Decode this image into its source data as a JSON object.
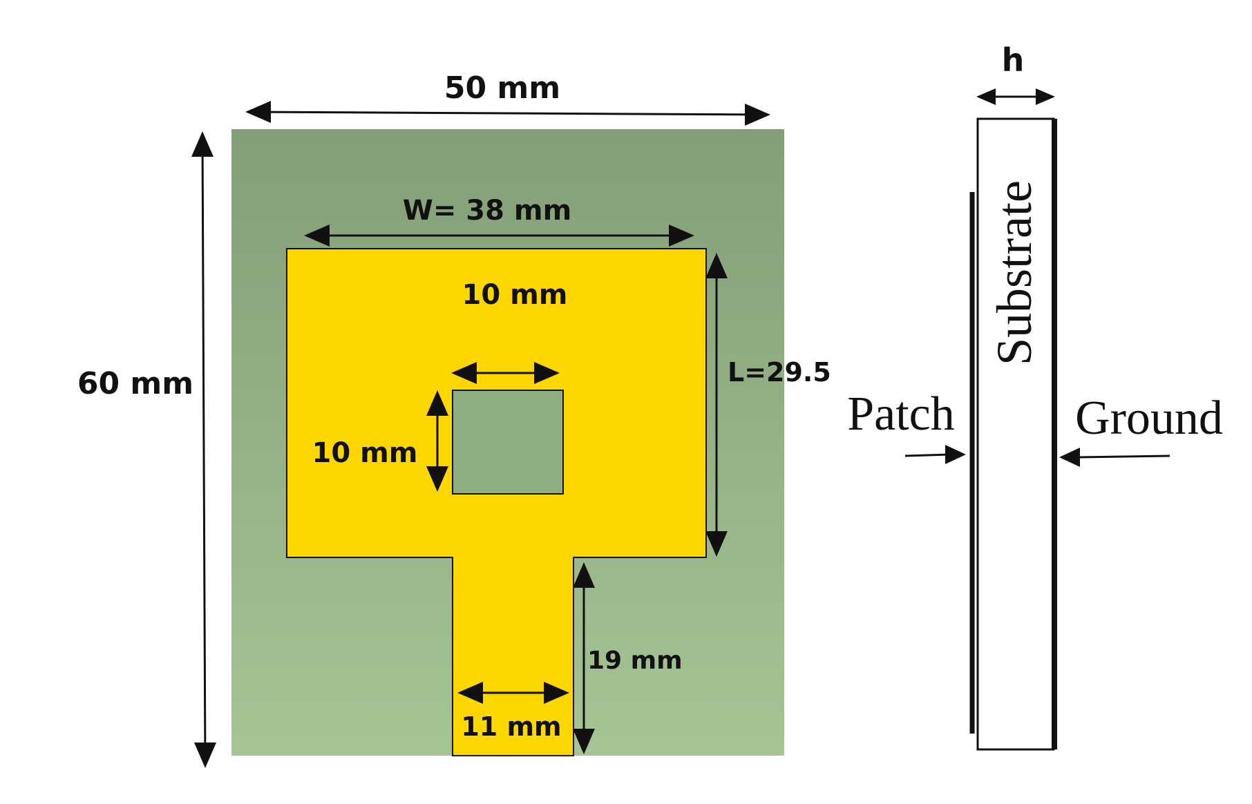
{
  "colors": {
    "substrate_top": "#849e78",
    "substrate_bottom": "#a6c494",
    "patch": "#ffd700",
    "slot": "#8faf80",
    "line": "#111111",
    "background": "#ffffff"
  },
  "top_view": {
    "substrate_width_label": "50 mm",
    "substrate_height_label": "60 mm",
    "patch_width_label": "W= 38 mm",
    "patch_length_label": "L=29.5",
    "slot_width_label": "10 mm",
    "slot_height_label": "10 mm",
    "feed_length_label": "19 mm",
    "feed_width_label": "11 mm"
  },
  "side_view": {
    "thickness_label": "h",
    "substrate_label": "Substrate",
    "patch_label": "Patch",
    "ground_label": "Ground"
  }
}
